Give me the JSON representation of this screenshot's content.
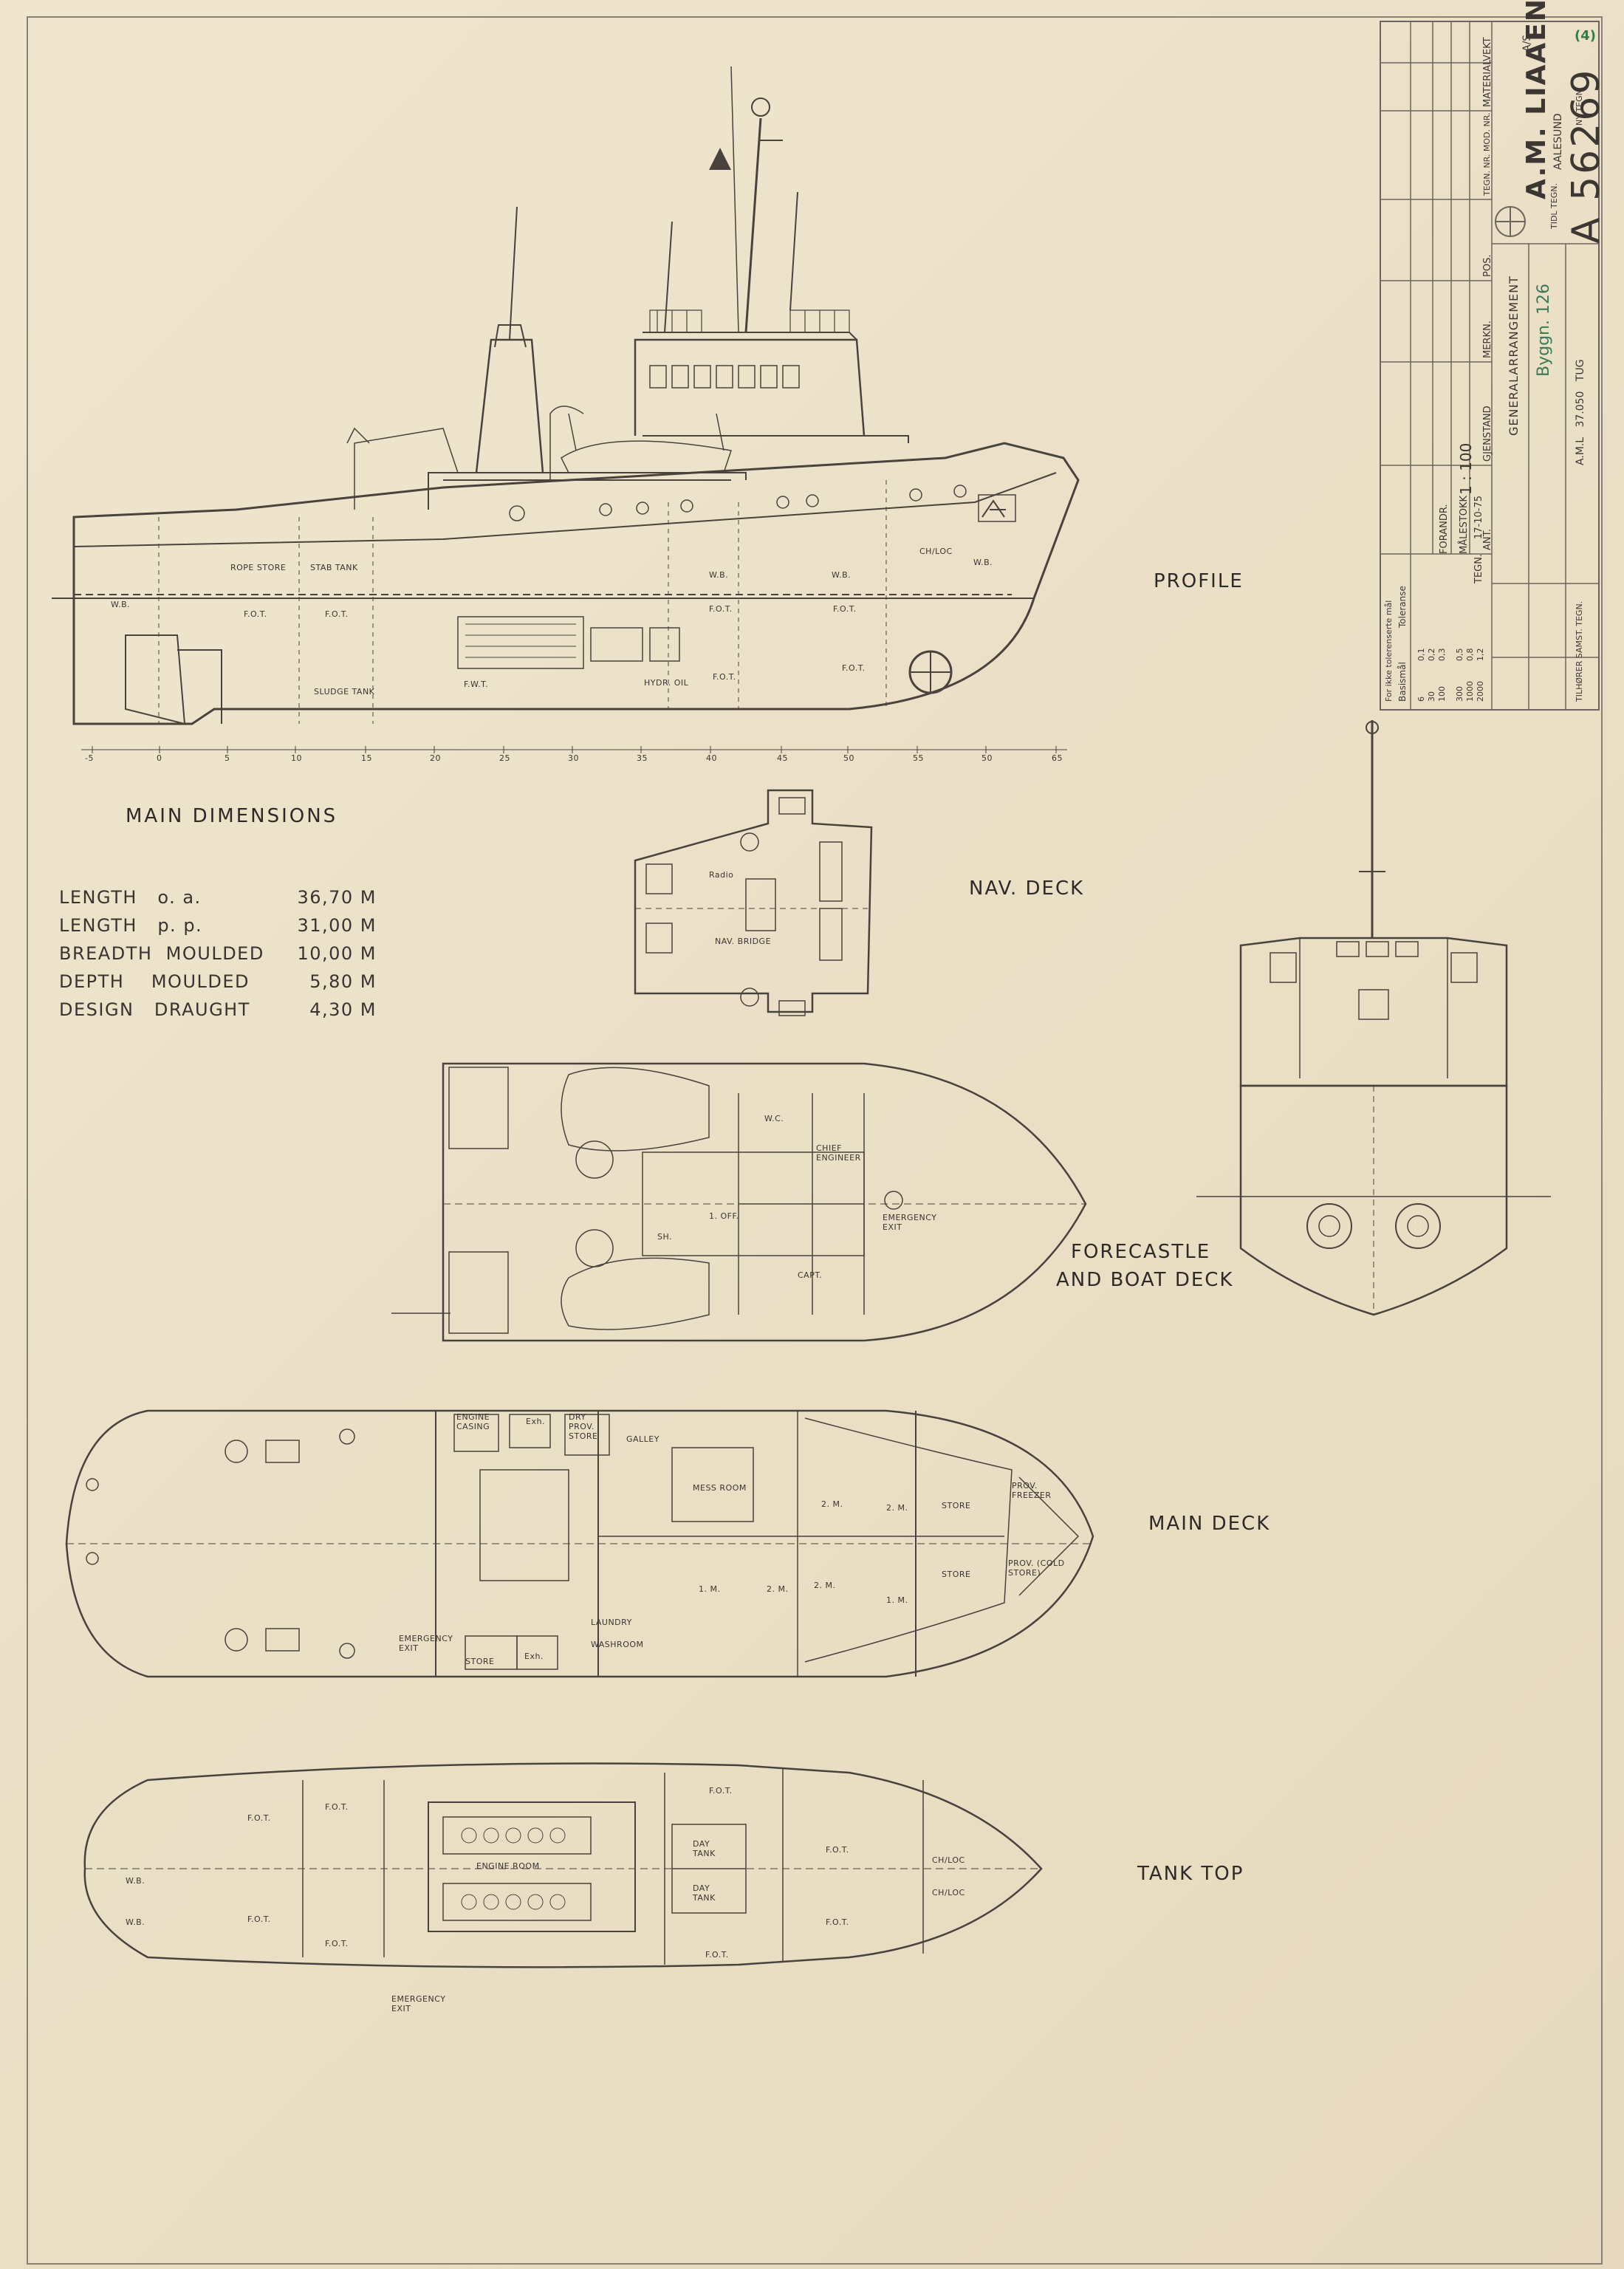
{
  "views": {
    "profile": "PROFILE",
    "nav_deck": "NAV. DECK",
    "forecastle_line1": "FORECASTLE",
    "forecastle_line2": "AND BOAT DECK",
    "main_deck": "MAIN DECK",
    "tank_top": "TANK TOP"
  },
  "main_dimensions": {
    "title": "MAIN DIMENSIONS",
    "rows": [
      {
        "label": "LENGTH   o. a.",
        "value": "36,70 M"
      },
      {
        "label": "LENGTH   p. p.",
        "value": "31,00 M"
      },
      {
        "label": "BREADTH  MOULDED",
        "value": "10,00 M"
      },
      {
        "label": "DEPTH    MOULDED",
        "value": "5,80 M"
      },
      {
        "label": "DESIGN   DRAUGHT",
        "value": "4,30 M"
      }
    ]
  },
  "title_block": {
    "company": "A.M. LIAAEN",
    "company_suffix": "A/S",
    "city": "AALESUND",
    "drawing_no": "A 56269",
    "revision": "(4)",
    "title": "GENERALARRANGEMENT",
    "hull": "Byggn. 126",
    "ref": "A.M.L   37.050   TUG",
    "scale_label": "MÅLESTOKK",
    "scale": "1 : 100",
    "drawn": "TEGN.",
    "drawn_value": "17-10-75",
    "headers": [
      "VEKT",
      "MATERIAL",
      "TEGN. NR. MOD. NR.",
      "POS.",
      "MERKN.",
      "GJENSTAND",
      "ANT."
    ],
    "tolerance_label": "Toleranse",
    "tolerance_sub": "For ikke tolerenserte mål",
    "basis": "Basismål",
    "tolerances": [
      [
        "6",
        "0,1"
      ],
      [
        "30",
        "0,2"
      ],
      [
        "100",
        "0,3"
      ],
      [
        "300",
        "0,5"
      ],
      [
        "1000",
        "0,8"
      ],
      [
        "2000",
        "1,2"
      ]
    ],
    "ny_tegn": "NY TEGN.",
    "til_tegn": "TIDL TEGN.",
    "forandr": "FORANDR.",
    "erstattet": "TILHØRER SAMST. TEGN."
  },
  "profile_labels": {
    "rope_store": "ROPE STORE",
    "stab_tank": "STAB TANK",
    "wb": "W.B.",
    "fot": "F.O.T.",
    "ch_loc": "CH/LOC",
    "sludge": "SLUDGE TANK",
    "fwt": "F.W.T.",
    "hydr": "HYDR. OIL"
  },
  "scale_ticks": [
    "-5",
    "0",
    "5",
    "10",
    "15",
    "20",
    "25",
    "30",
    "35",
    "40",
    "45",
    "50",
    "55",
    "50",
    "65"
  ],
  "nav_deck_labels": {
    "radio": "Radio",
    "bridge": "NAV. BRIDGE"
  },
  "forecastle_labels": {
    "wc": "W.C.",
    "chief": "CHIEF ENGINEER",
    "off": "1. OFF.",
    "capt": "CAPT.",
    "sh": "SH.",
    "exit": "EMERGENCY EXIT"
  },
  "main_deck_labels": {
    "engine_casing": "ENGINE CASING",
    "exh": "Exh.",
    "dry_prov": "DRY PROV. STORE",
    "galley": "GALLEY",
    "mess": "MESS ROOM",
    "store": "STORE",
    "prov_freezer": "PROV. FREEZER",
    "prov_cold": "PROV. (COLD STORE)",
    "laundry": "LAUNDRY",
    "washroom": "WASHROOM",
    "emergency": "EMERGENCY EXIT",
    "m2": "2. M.",
    "m1": "1. M."
  },
  "tank_top_labels": {
    "fot": "F.O.T.",
    "wb": "W.B.",
    "engine_room": "ENGINE ROOM",
    "day_tank": "DAY TANK",
    "ch_loc": "CH/LOC",
    "emergency": "EMERGENCY EXIT"
  }
}
